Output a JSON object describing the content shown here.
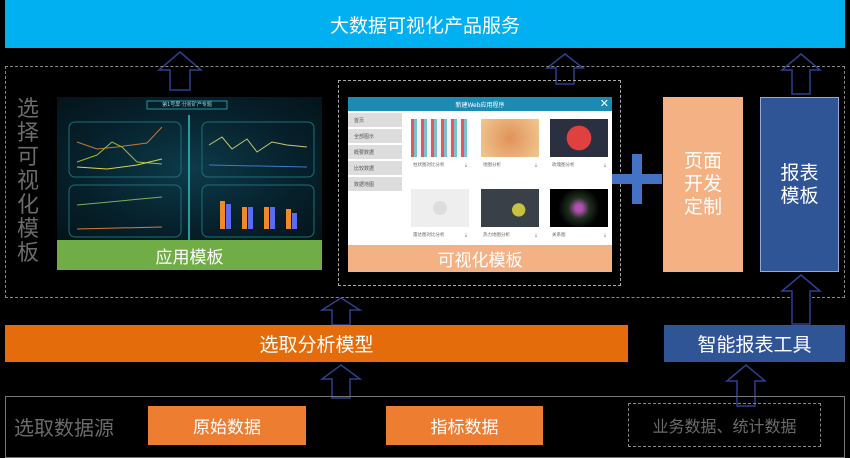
{
  "top": {
    "title": "大数据可视化产品服务"
  },
  "left_section": {
    "label": "选择可视化模板"
  },
  "app_template": {
    "label": "应用模板",
    "dashboard_title": "第1号屏·分析矿产专题"
  },
  "viz_template": {
    "label": "可视化模板",
    "window_title": "新建Web应用程序",
    "sidebar": [
      "首页",
      "全部图示",
      "概要数据",
      "比较数据",
      "数据地图"
    ],
    "thumbs": [
      "柱状图对比分析",
      "地图分析",
      "玫瑰图分析",
      "雷达图对比分析",
      "热力地图分析",
      "关系图"
    ]
  },
  "page_custom": {
    "label": "页面开发定制"
  },
  "report_template": {
    "label": "报表模板"
  },
  "analysis": {
    "label": "选取分析模型"
  },
  "report_tool": {
    "label": "智能报表工具"
  },
  "data_source": {
    "label": "选取数据源",
    "raw": "原始数据",
    "indicator": "指标数据",
    "business": "业务数据、统计数据"
  },
  "colors": {
    "top": "#00b0f0",
    "green": "#70ad47",
    "peach": "#f4b183",
    "orange": "#e46c0a",
    "navy": "#2f5597",
    "plus": "#4472c4"
  }
}
